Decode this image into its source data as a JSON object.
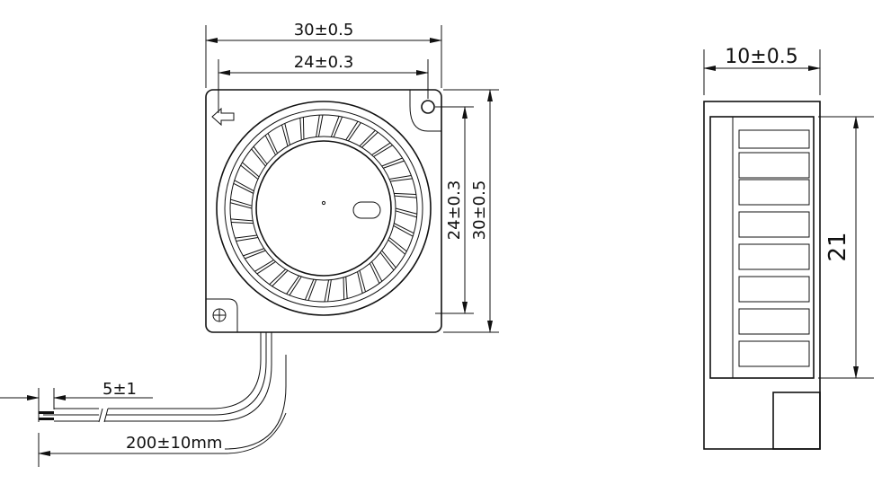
{
  "front_view": {
    "dims": {
      "overall_width": "30±0.5",
      "hole_spacing_width": "24±0.3",
      "hole_spacing_height": "24±0.3",
      "overall_height": "30±0.5"
    },
    "blade_count": 30
  },
  "cable": {
    "strip_length": "5±1",
    "length": "200±10mm"
  },
  "side_view": {
    "thickness": "10±0.5",
    "outlet_height": "21"
  },
  "colors": {
    "line": "#111111",
    "background": "#ffffff"
  }
}
